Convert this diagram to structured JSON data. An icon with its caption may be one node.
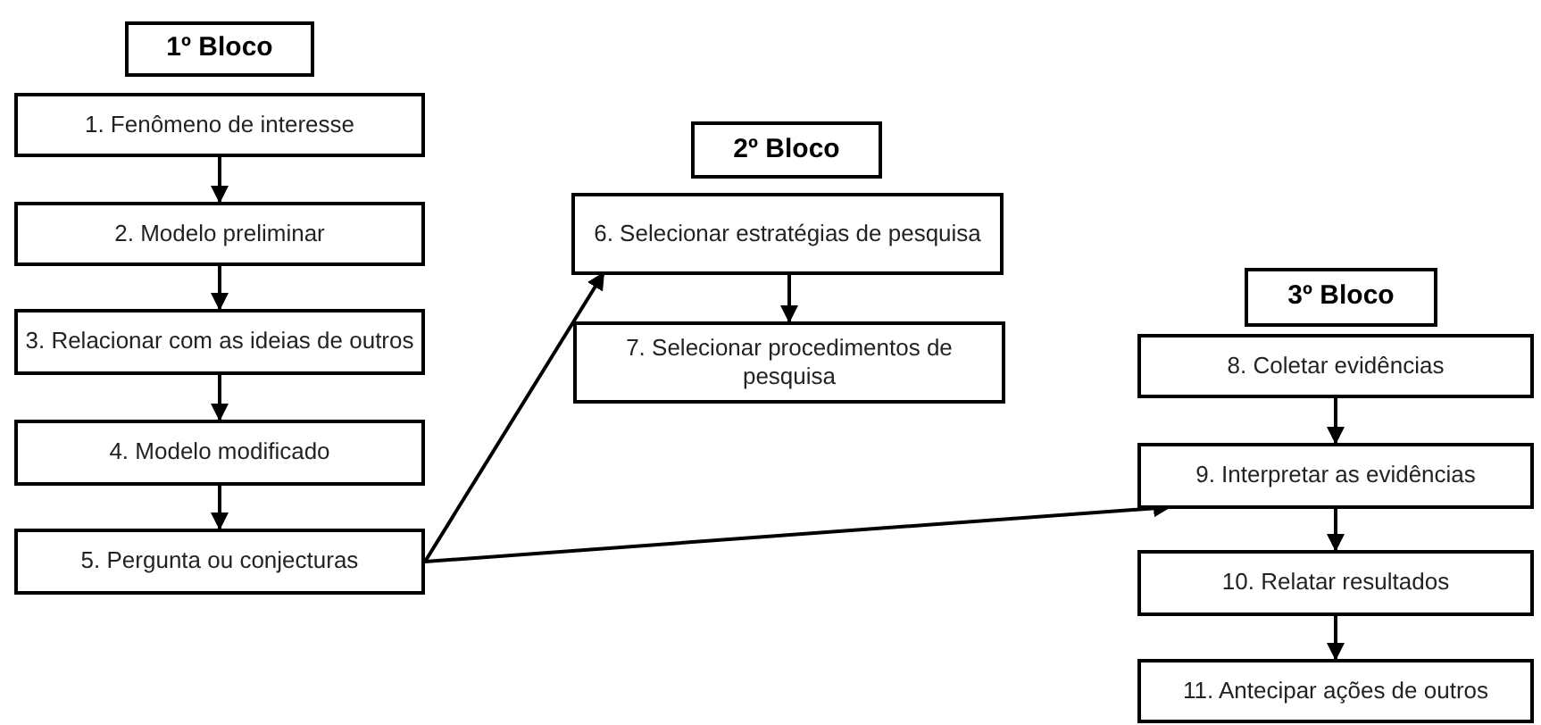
{
  "diagram": {
    "nodes": [
      {
        "text": [
          "1º Bloco"
        ]
      },
      {
        "text": [
          "1. Fenômeno de interesse"
        ]
      },
      {
        "text": [
          "2. Modelo preliminar"
        ]
      },
      {
        "text": [
          "3. Relacionar com as ideias de outros"
        ]
      },
      {
        "text": [
          "4. Modelo modificado"
        ]
      },
      {
        "text": [
          "5. Pergunta ou conjecturas"
        ]
      },
      {
        "text": [
          "2º Bloco"
        ]
      },
      {
        "text": [
          "6. Selecionar estratégias de pesquisa"
        ]
      },
      {
        "text": [
          "7. Selecionar procedimentos de pesquisa"
        ]
      },
      {
        "text": [
          "3º Bloco"
        ]
      },
      {
        "text": [
          "8. Coletar evidências"
        ]
      },
      {
        "text": [
          "9. Interpretar as evidências"
        ]
      },
      {
        "text": [
          "10. Relatar resultados"
        ]
      },
      {
        "text": [
          "11. Antecipar ações de outros"
        ]
      }
    ],
    "edges": [
      {
        "from": 1,
        "to": 2,
        "arrow": "to"
      },
      {
        "from": 2,
        "to": 3,
        "arrow": "to"
      },
      {
        "from": 3,
        "to": 4,
        "arrow": "to"
      },
      {
        "from": 4,
        "to": 5,
        "arrow": "to"
      },
      {
        "from": 5,
        "to": 7,
        "arrow": "to"
      },
      {
        "from": 5,
        "to": 11,
        "arrow": "to"
      },
      {
        "from": 7,
        "to": 8,
        "arrow": "to"
      },
      {
        "from": 10,
        "to": 11,
        "arrow": "to"
      },
      {
        "from": 11,
        "to": 12,
        "arrow": "to"
      },
      {
        "from": 12,
        "to": 13,
        "arrow": "to"
      }
    ]
  }
}
